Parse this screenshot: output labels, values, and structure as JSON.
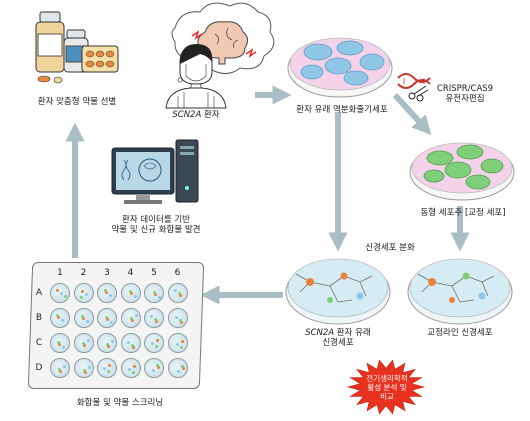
{
  "labels": {
    "drug_selection": "환자 맞춤형 약물 선별",
    "patient_italic": "SCN2A",
    "patient_rest": " 환자",
    "patient_ipsc": "환자 유래 역분화줄기세포",
    "crispr_line1": "CRISPR/CAS9",
    "crispr_line2": "유전자편집",
    "isogenic": "동형 세포주 [교정 세포]",
    "neuron_diff": "신경세포 분화",
    "discovery_line1": "환자 데이터를 기반",
    "discovery_line2": "약물 및 신규 화합물 발견",
    "scn2a_neuron_italic": "SCN2A",
    "scn2a_neuron_rest": " 환자 유래",
    "scn2a_neuron_line2": "신경세포",
    "corrected_neuron": "교정라인 신경세포",
    "ephys_line1": "전기생리학적",
    "ephys_line2": "활성 분석 및",
    "ephys_line3": "비교",
    "screening": "화합물 및 약물 스크리닝"
  },
  "plate": {
    "columns": [
      "1",
      "2",
      "3",
      "4",
      "5",
      "6"
    ],
    "rows": [
      "A",
      "B",
      "C",
      "D"
    ]
  },
  "colors": {
    "arrow": "#a9bdc4",
    "burst": "#e8311f",
    "ipsc_colony": "#8fc6e6",
    "isogenic_colony": "#7fcf7a",
    "dish_medium": "#d6ecf5",
    "dish_pink": "#f3d2ea"
  }
}
